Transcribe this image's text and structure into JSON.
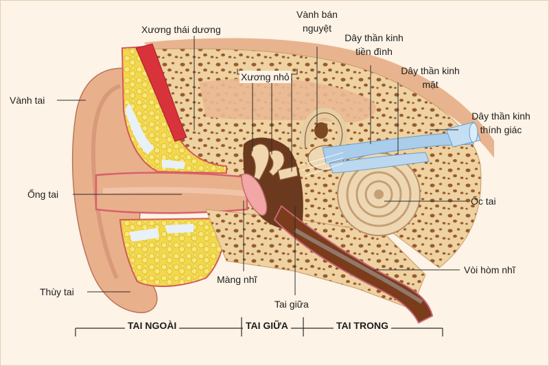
{
  "labels": {
    "vanh_tai": "Vành tai",
    "xuong_thai_duong": "Xương thái dương",
    "vanh_ban_nguyet_1": "Vành bán",
    "vanh_ban_nguyet_2": "nguyệt",
    "tien_dinh_1": "Dây thần kinh",
    "tien_dinh_2": "tiền đình",
    "mat_1": "Dây thần kinh",
    "mat_2": "mặt",
    "xuong_nho": "Xương nhỏ",
    "thinh_giac_1": "Dây thần kinh",
    "thinh_giac_2": "thính giác",
    "ong_tai": "Ống tai",
    "oc_tai": "Ốc tai",
    "voi_hom_nhi": "Vòi hòm nhĩ",
    "thuy_tai": "Thùy tai",
    "mang_nhi": "Màng nhĩ",
    "tai_giua": "Tai giữa"
  },
  "sections": {
    "outer": "TAI NGOÀI",
    "middle": "TAI GIỮA",
    "inner": "TAI TRONG"
  },
  "colors": {
    "skin": "#e9b08c",
    "bone": "#f0d3a2",
    "fat": "#f2d545",
    "muscle": "#d8323a",
    "nerve": "#a9cdea",
    "drum": "#f3a6a6",
    "tube": "#7a3c1a",
    "background": "#fdf3e6"
  }
}
